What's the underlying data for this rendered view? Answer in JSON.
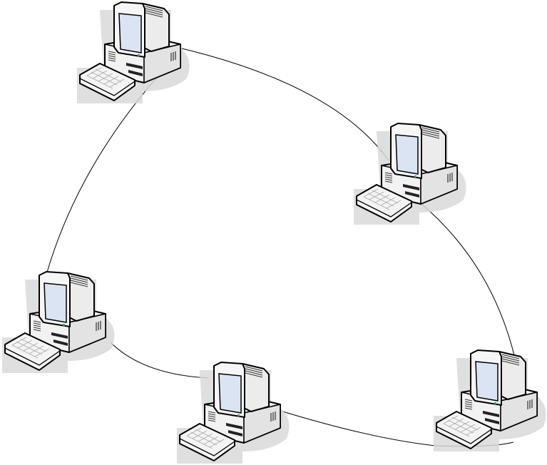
{
  "diagram": {
    "type": "ring-network",
    "nodes": [
      {
        "id": "pc1",
        "icon": "desktop-computer-icon"
      },
      {
        "id": "pc2",
        "icon": "desktop-computer-icon"
      },
      {
        "id": "pc3",
        "icon": "desktop-computer-icon"
      },
      {
        "id": "pc4",
        "icon": "desktop-computer-icon"
      },
      {
        "id": "pc5",
        "icon": "desktop-computer-icon"
      }
    ],
    "edges": [
      {
        "from": "pc1",
        "to": "pc2"
      },
      {
        "from": "pc2",
        "to": "pc5"
      },
      {
        "from": "pc5",
        "to": "pc4"
      },
      {
        "from": "pc4",
        "to": "pc3"
      },
      {
        "from": "pc3",
        "to": "pc1"
      }
    ],
    "colors": {
      "line": "#000000",
      "shadow": "#d8d8d8",
      "screen": "#dbe4f3",
      "led": "#2fa84a"
    }
  }
}
